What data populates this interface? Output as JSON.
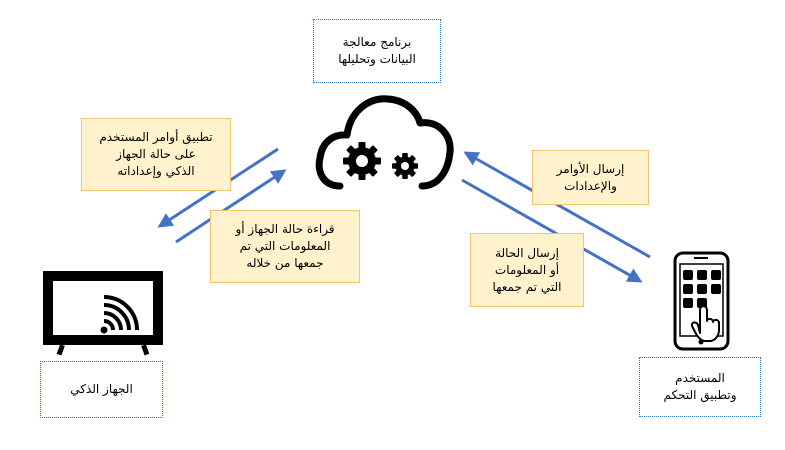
{
  "boxes": {
    "cloud_program": "برنامج معالجة\nالبيانات وتحليلها",
    "smart_device": "الجهاز الذكي",
    "user_app": "المستخدم\nوتطبيق التحكم"
  },
  "notes": {
    "apply_commands": "تطبيق أوامر المستخدم\nعلى حالة الجهاز\nالذكي وإعداداته",
    "read_state": "قراءة حالة الجهاز أو\nالمعلومات التي تم\nجمعها من خلاله",
    "send_commands": "إرسال الأوامر\nوالإعدادات",
    "send_state": "إرسال الحالة\nأو المعلومات\nالتي تم جمعها"
  },
  "icons": {
    "cloud": "cloud-gears-icon",
    "tv": "smart-tv-wifi-icon",
    "phone": "smartphone-touch-icon"
  },
  "colors": {
    "arrow": "#4472c4",
    "note_fill": "#fff2cc",
    "note_border": "#f2c46d",
    "dotted_border": "#2e75b6"
  }
}
